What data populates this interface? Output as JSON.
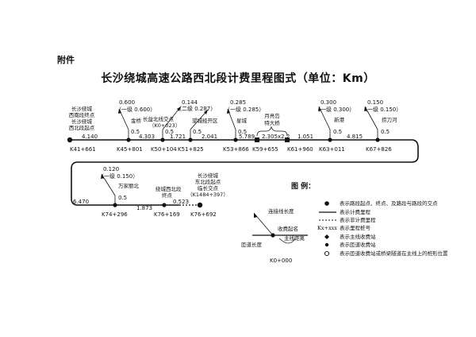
{
  "header": {
    "attachment": "附件",
    "title": "长沙绕城高速公路西北段计费里程图式（单位：Km）"
  },
  "top_row": {
    "stations": [
      {
        "code": "K41+661",
        "name": [
          "长沙绕城",
          "西南段终点",
          "长沙绕城",
          "西北段起点"
        ]
      },
      {
        "code": "K45+801",
        "name": [
          "金桥"
        ],
        "ramp": [
          "0.600",
          "（一级 0.600）"
        ],
        "side": "0.5"
      },
      {
        "code": "K50+104",
        "name": [
          "长益北线交点",
          "（K0+023）"
        ],
        "ramp": [
          "0.144",
          "（二级 0.287）"
        ],
        "side": "0.5"
      },
      {
        "code": "K51+825",
        "name": [
          "望城经开区"
        ],
        "side": "0.5"
      },
      {
        "code": "K53+866",
        "name": [
          "星城"
        ],
        "ramp": [
          "0.285",
          "（一级 0.285）"
        ],
        "side": "0.5"
      },
      {
        "code": "K59+655",
        "name": []
      },
      {
        "code": "K61+960",
        "name": []
      },
      {
        "code": "K63+011",
        "name": [
          "新港"
        ],
        "ramp": [
          "0.300",
          "（一级 0.300）"
        ],
        "side": "0.5"
      },
      {
        "code": "K67+826",
        "name": [
          "捞刀河"
        ],
        "ramp": [
          "0.150",
          "（一级 0.150）"
        ],
        "side": "0.5"
      }
    ],
    "segments": [
      "4.140",
      "4.303",
      "1.721",
      "2.041",
      "5.789",
      "2.305x2.2",
      "1.051",
      "4.815"
    ],
    "bridge": [
      "月亮岛",
      "特大桥"
    ]
  },
  "bottom_row": {
    "stations": [
      {
        "code": "K74+296",
        "name": [
          "万家丽北"
        ],
        "ramp": [
          "0.120",
          "（一级 0.150）"
        ],
        "side": "0.5"
      },
      {
        "code": "K76+169",
        "name": [
          "绕城西北段",
          "终点"
        ]
      },
      {
        "code": "K76+692",
        "name": [
          "长沙绕城",
          "东北段起点",
          "临长交点",
          "（K1484+397）"
        ]
      }
    ],
    "segments": [
      "6.470",
      "1.873",
      "0.523"
    ]
  },
  "legend": {
    "title": "图  例：",
    "items": [
      "表示路段起点、终点、及路段与路段的交点",
      "表示计费里程",
      "表示非计费里程",
      "表示里程桩号",
      "表示主线收费站",
      "表示匝道收费站",
      "表示匝道收费站或桥梁隧道在主线上的桩形位置"
    ],
    "kx_label": "Kx+xxx",
    "sample": {
      "ramp_len": "连接线长度",
      "fee_start": "收费起名",
      "main_dist": "主线距离",
      "ramp_long": "匝道长度",
      "code": "K0+000"
    }
  }
}
